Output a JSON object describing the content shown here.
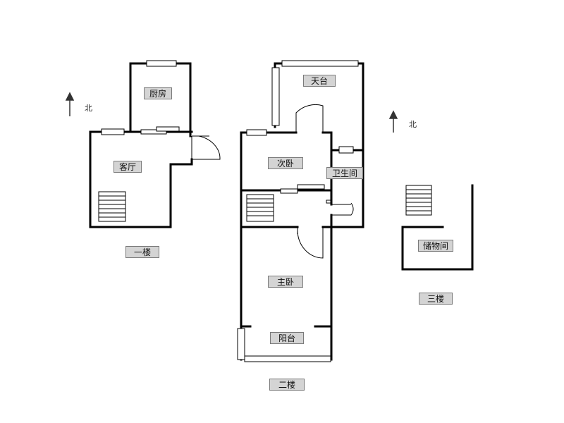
{
  "floors": {
    "first": {
      "caption": "一楼",
      "rooms": {
        "kitchen": "厨房",
        "living_room": "客厅"
      }
    },
    "second": {
      "caption": "二楼",
      "rooms": {
        "terrace": "天台",
        "second_bedroom": "次卧",
        "bathroom": "卫生间",
        "master_bedroom": "主卧",
        "balcony": "阳台"
      }
    },
    "third": {
      "caption": "三楼",
      "rooms": {
        "storage_room": "储物间"
      }
    }
  },
  "compass": {
    "north_label": "北"
  },
  "colors": {
    "wall": "#000000",
    "label_bg": "#d4d4d4",
    "label_border": "#7a7a7a"
  }
}
